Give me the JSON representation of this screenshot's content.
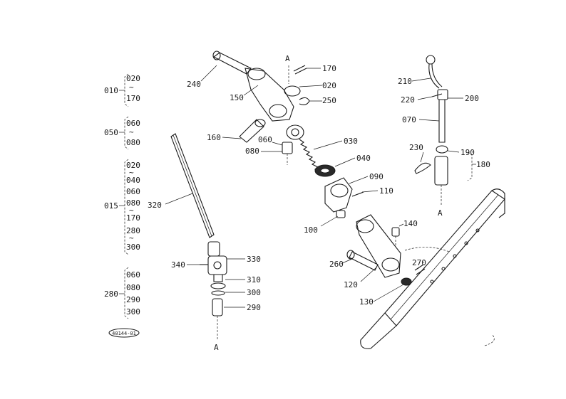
{
  "callouts": {
    "c240": "240",
    "c170": "170",
    "c150": "150",
    "c020": "020",
    "c250": "250",
    "c160": "160",
    "c060": "060",
    "c080": "080",
    "c030": "030",
    "c040": "040",
    "c090": "090",
    "c110": "110",
    "c100": "100",
    "c140": "140",
    "c260": "260",
    "c120": "120",
    "c130": "130",
    "c270": "270",
    "c320": "320",
    "c330": "330",
    "c340": "340",
    "c310": "310",
    "c300": "300",
    "c290": "290",
    "c210": "210",
    "c220": "220",
    "c200": "200",
    "c070": "070",
    "c230": "230",
    "c190": "190",
    "c180": "180"
  },
  "markers": {
    "a_top": "A",
    "a_bottom_left": "A",
    "a_bottom_right": "A"
  },
  "groups": [
    {
      "id": "010",
      "items": [
        "020",
        "170"
      ]
    },
    {
      "id": "050",
      "items": [
        "060",
        "080"
      ]
    },
    {
      "id": "015",
      "items": [
        "020",
        "040",
        "060",
        "080",
        "170",
        "280",
        "300"
      ]
    },
    {
      "id": "280",
      "items": [
        "060",
        "080",
        "290",
        "300"
      ]
    }
  ],
  "stamp": {
    "text": "40144-01"
  }
}
